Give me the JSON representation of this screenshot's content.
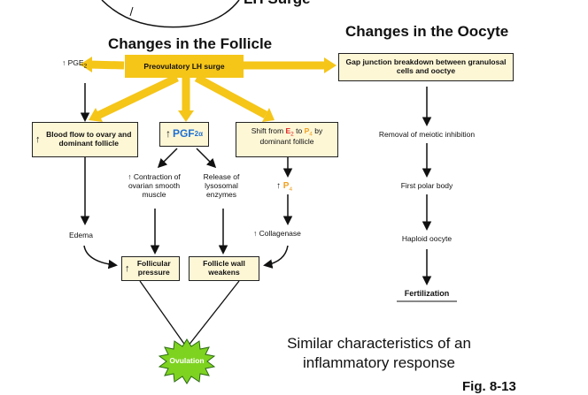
{
  "top_partial_label": "LH Surge",
  "headings": {
    "follicle": "Changes in the Follicle",
    "oocyte": "Changes in the Oocyte"
  },
  "follicle": {
    "lh_surge_box": "Preovulatory LH surge",
    "pge2": "PGE",
    "pge2_sub": "2",
    "blood_flow_box": "Blood flow to ovary and dominant follicle",
    "pgf_box": "PGF",
    "pgf_sub": "2α",
    "shift_prefix": "Shift from ",
    "shift_e2": "E",
    "shift_e2_sub": "2",
    "shift_to": " to ",
    "shift_p4": "P",
    "shift_p4_sub": "4",
    "shift_suffix": " by dominant follicle",
    "contraction": "Contraction of ovarian smooth muscle",
    "release": "Release of lysosomal enzymes",
    "p4": "P",
    "p4_sub": "4",
    "collagenase": "Collagenase",
    "edema": "Edema",
    "pressure_box": "Follicular pressure",
    "wall_box": "Follicle wall weakens",
    "ovulation": "Ovulation"
  },
  "oocyte": {
    "gap_box": "Gap junction breakdown between granulosal cells and ooctye",
    "removal": "Removal of meiotic inhibition",
    "polar_body": "First polar body",
    "haploid": "Haploid oocyte",
    "fertilization": "Fertilization"
  },
  "note": "Similar characteristics of an inflammatory response",
  "figure_label": "Fig. 8-13",
  "colors": {
    "yellow": "#f5c518",
    "box_fill": "#fdf7d6",
    "pgf_blue": "#1f6fd1",
    "e2_red": "#e02020",
    "p4_orange": "#f0a020",
    "ovulation_green": "#7ed321"
  }
}
